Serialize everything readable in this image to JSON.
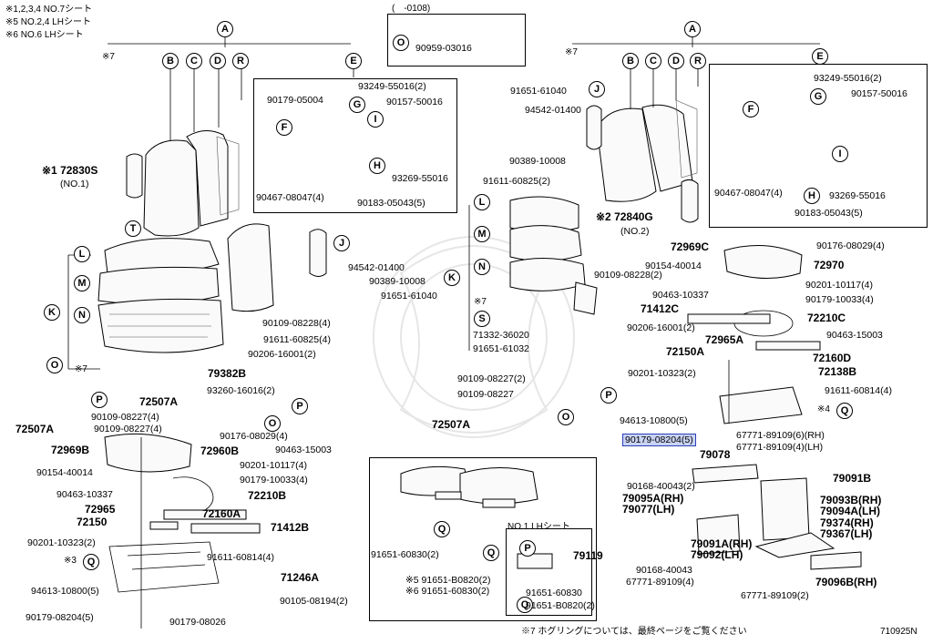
{
  "notes": {
    "line1": "※1,2,3,4  NO.7シート",
    "line2": "※5  NO.2,4 LHシート",
    "line3": "※6  NO.6 LHシート"
  },
  "top_box": {
    "range": "(　-0108)",
    "part": "90959-03016",
    "callout": "O"
  },
  "left_labels": {
    "seat_main": "※1 72830S",
    "seat_main_no": "(NO.1)",
    "p1": "90179-05004",
    "p2": "93249-55016(2)",
    "p3": "90157-50016",
    "p4": "93269-55016",
    "p5": "90467-08047(4)",
    "p6": "90183-05043(5)",
    "p7": "94542-01400",
    "p8": "90389-10008",
    "p9": "91651-61040",
    "p10": "90109-08228(4)",
    "p11": "91611-60825(4)",
    "p12": "90206-16001(2)",
    "p13": "79382B",
    "p14": "93260-16016(2)",
    "p15": "72507A",
    "p16": "90109-08227(4)",
    "p17": "90109-08227(4)",
    "p18": "72507A",
    "p19": "90176-08029(4)",
    "p20": "90463-15003",
    "p21": "72969B",
    "p22": "72960B",
    "p23": "90201-10117(4)",
    "p24": "90154-40014",
    "p25": "90179-10033(4)",
    "p26": "90463-10337",
    "p27": "72210B",
    "p28": "72965",
    "p29": "72150",
    "p30": "72160A",
    "p31": "71412B",
    "p32": "90201-10323(2)",
    "p33": "91611-60814(4)",
    "p34": "71246A",
    "p35": "94613-10800(5)",
    "p36": "90105-08194(2)",
    "p37": "90179-08204(5)",
    "p38": "90179-08026",
    "star7": "※7",
    "star3": "※3"
  },
  "center_labels": {
    "c1": "91651-61040",
    "c2": "94542-01400",
    "c3": "90389-10008",
    "c4": "91611-60825(2)",
    "c5": "※2 72840G",
    "c6": "(NO.2)",
    "c7": "90109-08228(2)",
    "c8": "※7",
    "c9": "71332-36020",
    "c10": "91651-61032",
    "c11": "90109-08227(2)",
    "c12": "90109-08227",
    "c13": "72507A",
    "bot1": "91651-60830(2)",
    "bot2": "※5 91651-B0820(2)",
    "bot3": "※6 91651-60830(2)",
    "bot4": "NO.1 LHシート",
    "bot5": "79119",
    "bot6": "91651-60830",
    "bot7": "91651-B0820(2)"
  },
  "right_labels": {
    "r1": "93249-55016(2)",
    "r2": "90157-50016",
    "r3": "90467-08047(4)",
    "r4": "93269-55016",
    "r5": "90183-05043(5)",
    "r6": "72969C",
    "r7": "90176-08029(4)",
    "r8": "90154-40014",
    "r9": "72970",
    "r10": "90201-10117(4)",
    "r11": "90463-10337",
    "r12": "90179-10033(4)",
    "r13": "71412C",
    "r14": "90206-16001(2)",
    "r15": "72210C",
    "r16": "72965A",
    "r17": "90463-15003",
    "r18": "72150A",
    "r19": "72160D",
    "r20": "90201-10323(2)",
    "r21": "72138B",
    "r22": "91611-60814(4)",
    "r23": "94613-10800(5)",
    "r24": "※4",
    "r25": "67771-89109(6)(RH)",
    "r26": "67771-89109(4)(LH)",
    "r27": "90179-08204(5)",
    "r28": "79078",
    "r29": "79091B",
    "r30": "90168-40043(2)",
    "r31": "79095A(RH)",
    "r32": "79077(LH)",
    "r33": "79093B(RH)",
    "r34": "79094A(LH)",
    "r35": "79374(RH)",
    "r36": "79367(LH)",
    "r37": "79091A(RH)",
    "r38": "79092(LH)",
    "r39": "90168-40043",
    "r40": "67771-89109(4)",
    "r41": "67771-89109(2)",
    "r42": "79096B(RH)",
    "star7": "※7"
  },
  "footer": {
    "note": "※7  ホグリングについては、最終ページをご覧ください",
    "code": "710925N"
  },
  "callouts": [
    "A",
    "B",
    "C",
    "D",
    "R",
    "E",
    "F",
    "G",
    "H",
    "I",
    "J",
    "K",
    "L",
    "M",
    "N",
    "O",
    "P",
    "Q",
    "S",
    "T"
  ],
  "highlight_color": "#c9d3f3"
}
